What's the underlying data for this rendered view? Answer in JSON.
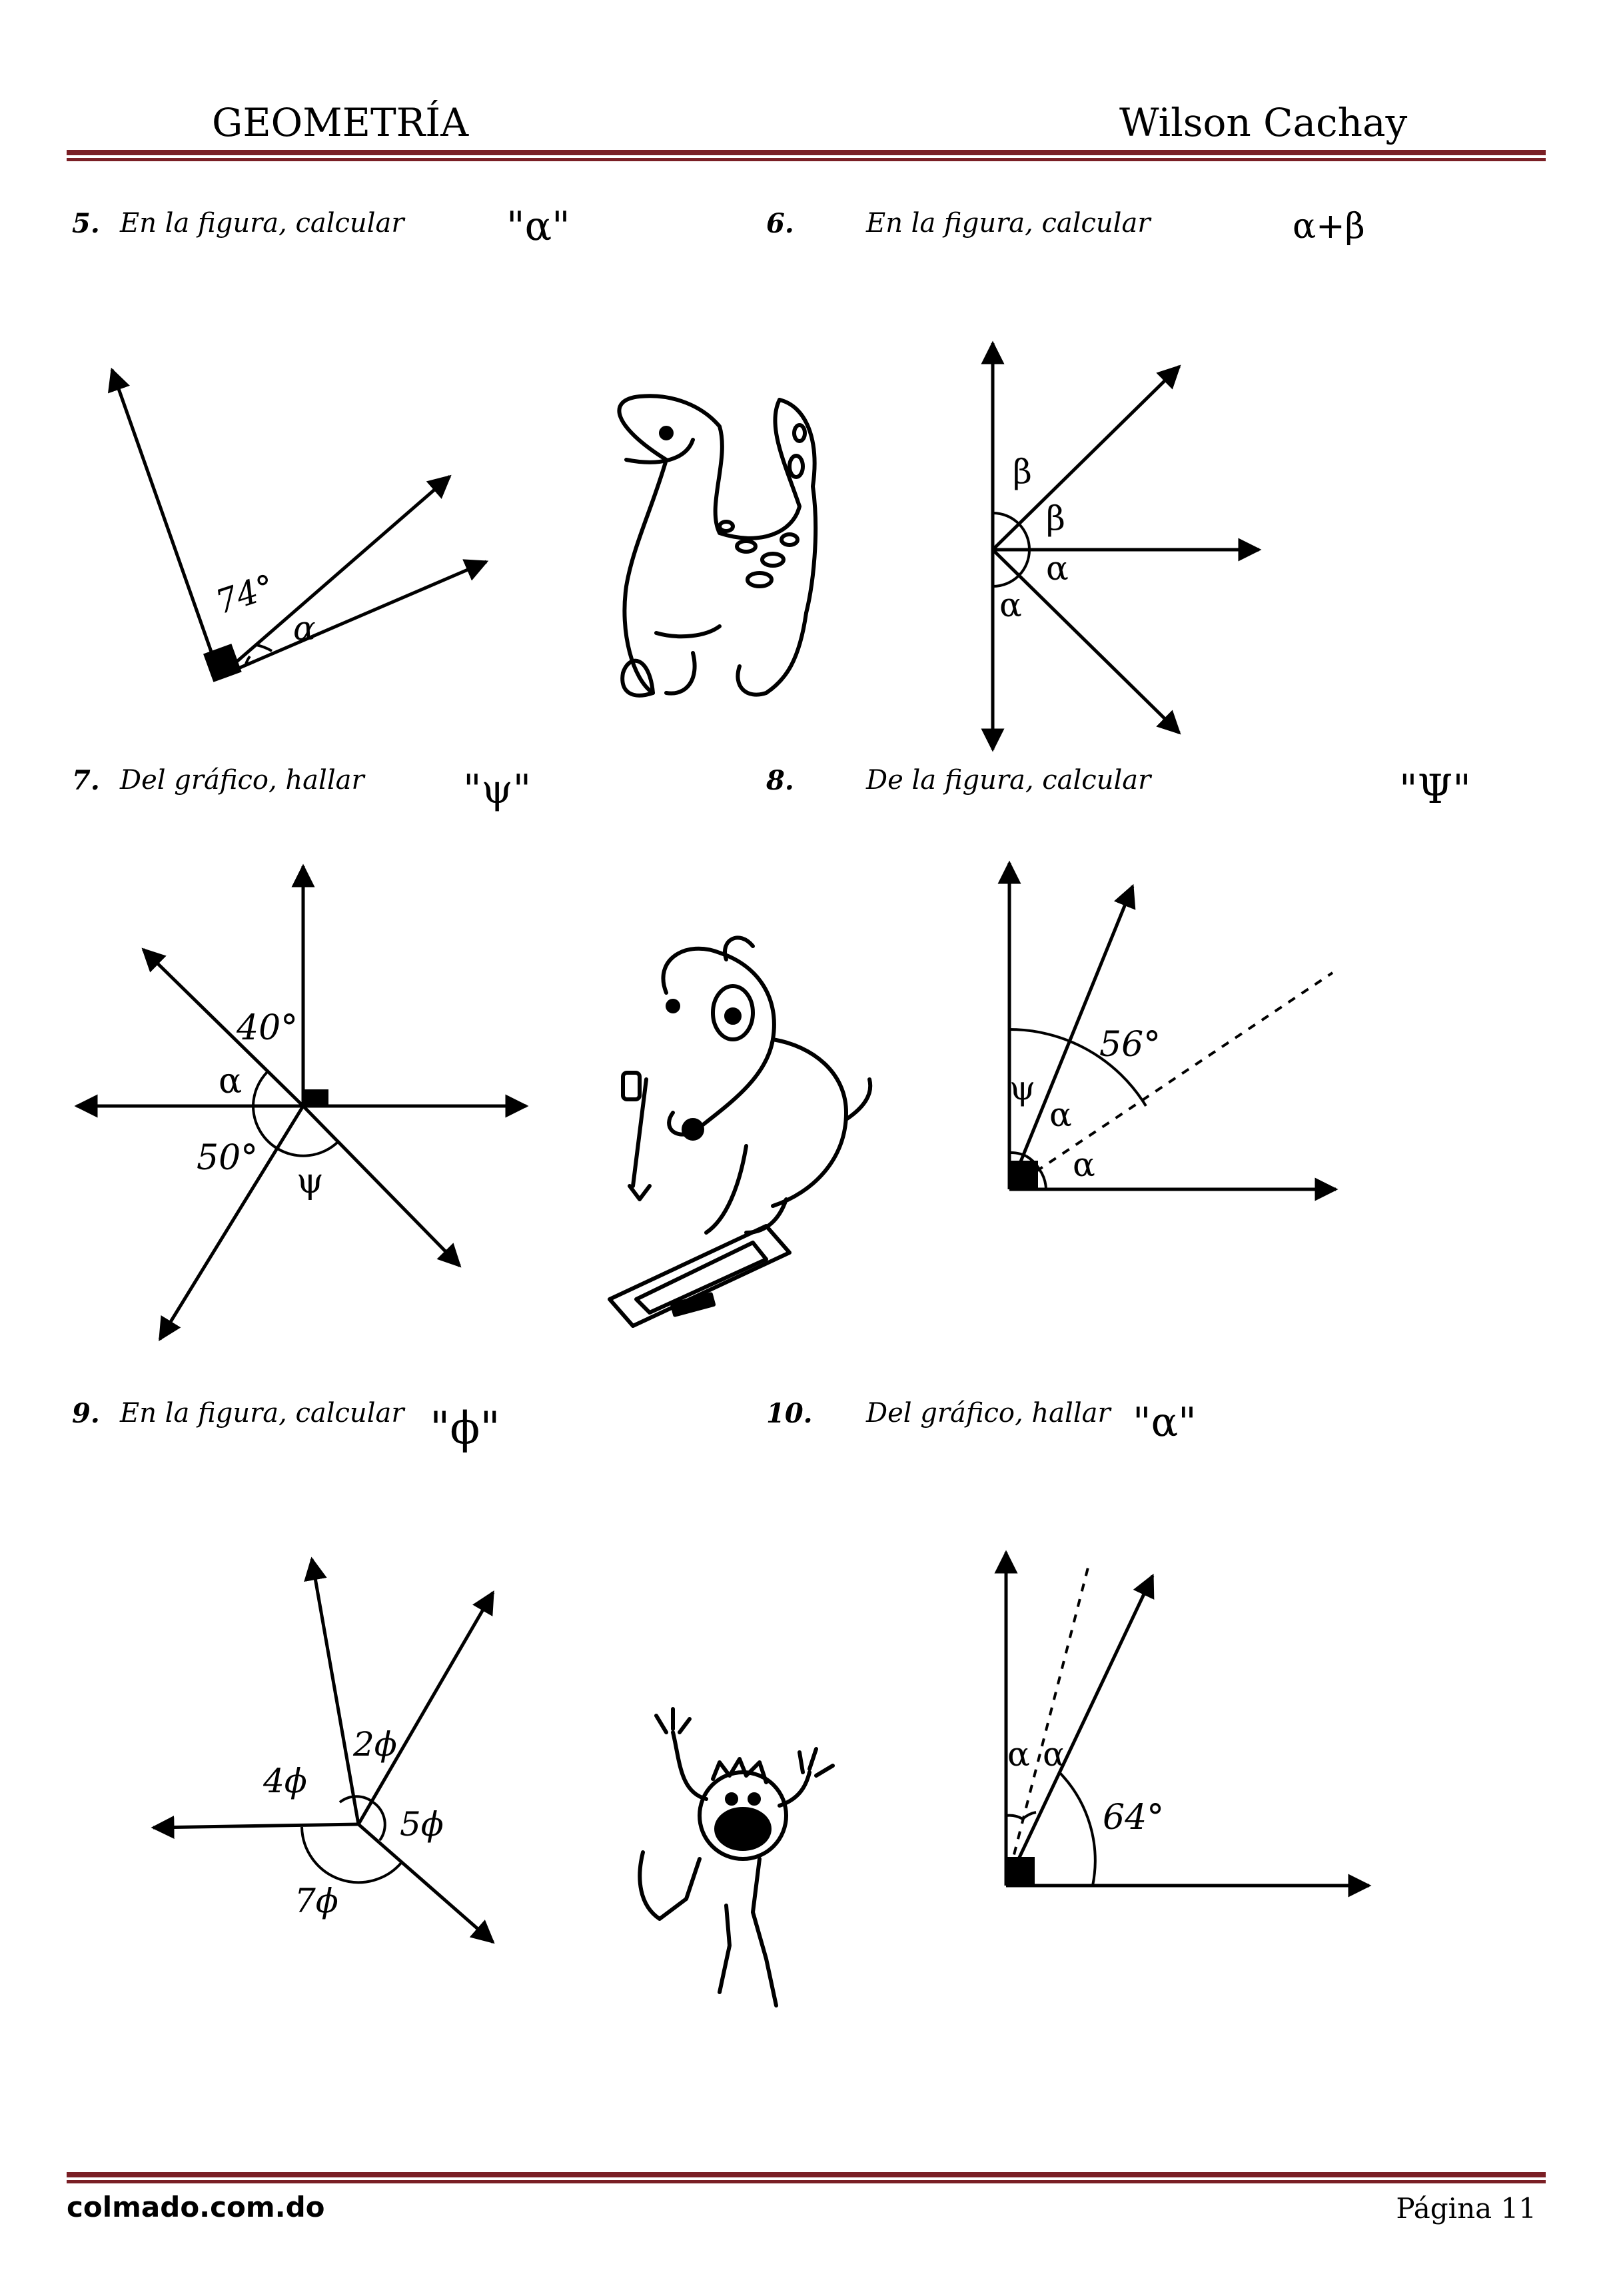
{
  "header": {
    "subject": "GEOMETRÍA",
    "author": "Wilson Cachay"
  },
  "problems": [
    {
      "number": "5.",
      "prompt": "En la figura, calcular",
      "target": "\"α\""
    },
    {
      "number": "6.",
      "prompt": "En la figura, calcular",
      "target": "α+β"
    },
    {
      "number": "7.",
      "prompt": "Del gráfico, hallar",
      "target": "\"ψ\""
    },
    {
      "number": "8.",
      "prompt": "De la figura, calcular",
      "target": "\"Ψ\""
    },
    {
      "number": "9.",
      "prompt": "En  la figura, calcular",
      "target": "\"ϕ\""
    },
    {
      "number": "10.",
      "prompt": "Del gráfico, hallar",
      "target": "\"α\""
    }
  ],
  "figures": {
    "p5": {
      "angle1": "74°",
      "angle2": "α"
    },
    "p6": {
      "b1": "β",
      "b2": "β",
      "a1": "α",
      "a2": "α"
    },
    "p7": {
      "top": "40°",
      "left": "α",
      "bottom_left": "50°",
      "bottom": "ψ"
    },
    "p8": {
      "big": "56°",
      "psi": "ψ",
      "a1": "α",
      "a2": "α"
    },
    "p9": {
      "a": "2ϕ",
      "b": "4ϕ",
      "c": "5ϕ",
      "d": "7ϕ"
    },
    "p10": {
      "a1": "α",
      "a2": "α",
      "big": "64°"
    }
  },
  "icons": [
    "dinosaur-illustration",
    "puppy-painter-illustration",
    "cheering-man-illustration"
  ],
  "footer": {
    "site": "colmado.com.do",
    "page": "Página 11"
  },
  "colors": {
    "rule": "#7a1f25"
  }
}
